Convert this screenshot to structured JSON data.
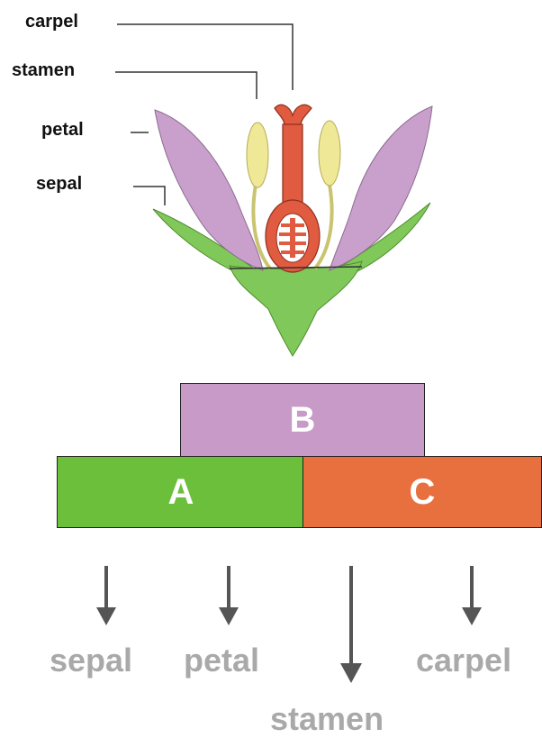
{
  "flower_labels": {
    "carpel": "carpel",
    "stamen": "stamen",
    "petal": "petal",
    "sepal": "sepal"
  },
  "boxes": {
    "a": "A",
    "b": "B",
    "c": "C"
  },
  "outputs": {
    "sepal": "sepal",
    "petal": "petal",
    "stamen": "stamen",
    "carpel": "carpel"
  },
  "colors": {
    "box_a": "#6bbf3a",
    "box_b": "#c79ac8",
    "box_c": "#e8703f",
    "petal": "#c9a0cc",
    "sepal": "#80c85a",
    "stamen": "#efe897",
    "carpel": "#e05b40",
    "arrow": "#555555",
    "output_text": "#a9a9a9"
  }
}
